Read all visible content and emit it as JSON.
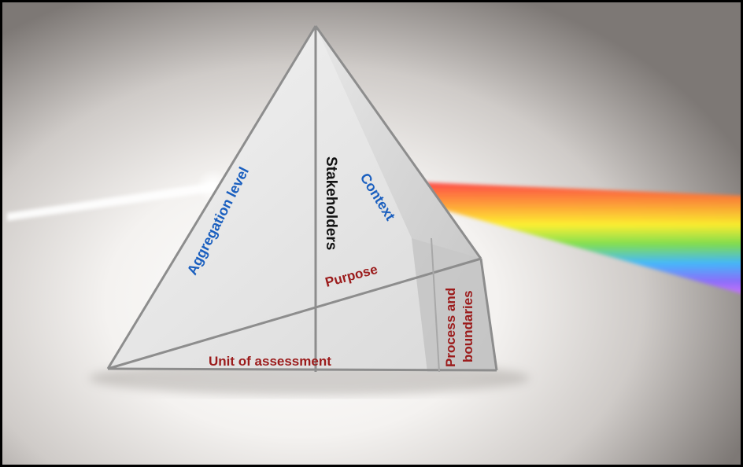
{
  "labels": {
    "aggregation_level": "Aggregation level",
    "stakeholders": "Stakeholders",
    "context": "Context",
    "purpose": "Purpose",
    "unit_of_assessment": "Unit of assessment",
    "process_line1": "Process and",
    "process_line2": "boundaries"
  },
  "colors": {
    "blue_label": "#1a5fbf",
    "black_label": "#111111",
    "red_label": "#9b1b1b"
  }
}
